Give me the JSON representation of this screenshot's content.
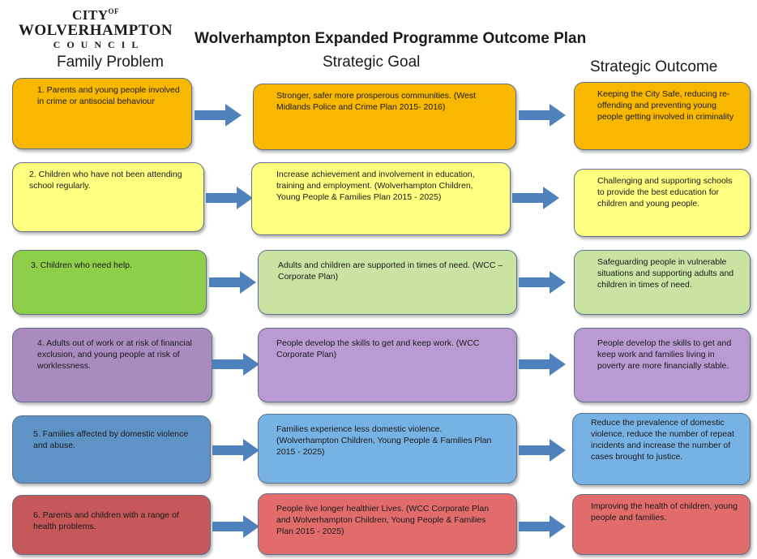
{
  "logo": {
    "line1": "CITY",
    "line1_small": "OF",
    "line2": "WOLVERHAMPTON",
    "line3": "COUNCIL"
  },
  "title": "Wolverhampton Expanded  Programme Outcome Plan",
  "columns": {
    "family_problem": "Family Problem",
    "strategic_goal": "Strategic Goal",
    "strategic_outcome": "Strategic Outcome"
  },
  "colors": {
    "row1": "#f8b800",
    "row2": "#ffff80",
    "row3": "#8ecf4a",
    "row4": "#a98bc0",
    "row5": "#5e93c6",
    "row6": "#c6585a",
    "row3_light": "#c9e3a3",
    "row5_light": "#77b2e5",
    "row6_light": "#e26c6c",
    "row4_light": "#b99ad2",
    "arrow": "#4f81bd",
    "box_border": "#5f6f86"
  },
  "rows": [
    {
      "problem": "1. Parents and young people involved in crime or antisocial behaviour",
      "goal": "Stronger, safer more prosperous communities. (West Midlands Police and Crime Plan  2015- 2016)",
      "outcome": "Keeping the City Safe, reducing re-offending and preventing young people getting involved in criminality"
    },
    {
      "problem": "2. Children who have not been attending school regularly.",
      "goal": "Increase achievement and involvement in education, training and employment. (Wolverhampton Children, Young People & Families Plan 2015 - 2025)",
      "outcome": "Challenging and supporting schools to provide the best education for children and young people."
    },
    {
      "problem": "3. Children who need help.",
      "goal": "Adults and children are supported in times of need. (WCC – Corporate Plan)",
      "outcome": "Safeguarding people in vulnerable situations and supporting adults and children in times of need."
    },
    {
      "problem": "4. Adults out of work or at risk of financial exclusion, and young people at risk of worklessness.",
      "goal": "People develop the skills to get and keep work. (WCC Corporate Plan)",
      "outcome": "People develop  the skills  to get and keep work and families living in poverty are more financially  stable."
    },
    {
      "problem": "5. Families affected by domestic violence and abuse.",
      "goal": "Families experience less domestic violence. (Wolverhampton Children, Young People & Families Plan 2015 - 2025)",
      "outcome": "Reduce the prevalence of domestic violence, reduce the number of repeat incidents and increase the number of cases brought to justice."
    },
    {
      "problem": "6. Parents and children with a range of health problems.",
      "goal": "People live longer healthier Lives. (WCC Corporate Plan and Wolverhampton Children, Young People & Families Plan 2015 - 2025)",
      "outcome": "Improving the health of children, young people and families."
    }
  ]
}
